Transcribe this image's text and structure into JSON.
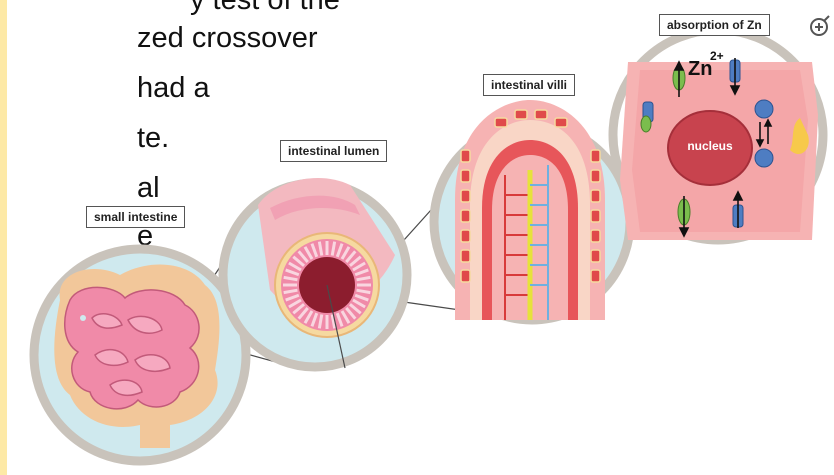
{
  "background_text": {
    "line1": "y test of the",
    "line2": "zed crossover",
    "line3": "had a",
    "line4": "te.",
    "line5": "al",
    "line6": "e"
  },
  "labels": {
    "small_intestine": "small intestine",
    "intestinal_lumen": "intestinal lumen",
    "intestinal_villi": "intestinal villi",
    "absorption_title": "absorption of Zn",
    "zn": "Zn",
    "zn_charge": "2+",
    "nucleus": "nucleus"
  },
  "icons": {
    "zoom": "zoom-in-icon"
  },
  "colors": {
    "margin_highlight": "#fde9a6",
    "circle_frame": "#c9c3bb",
    "intestine_pink": "#f08aa8",
    "cell_pink": "#f6b3b3",
    "nucleus_red": "#c8434e",
    "lumen_blue": "#cfe9ee"
  }
}
